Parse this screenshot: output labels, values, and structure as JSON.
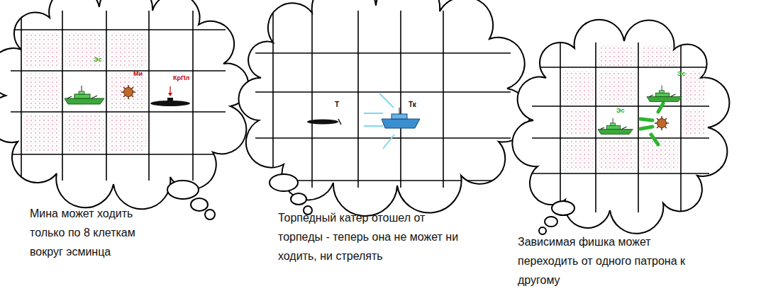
{
  "diagram": {
    "labels": [
      "Эс",
      "Ми",
      "КрПл",
      "Мина может ходить только по 8 клеткам вокруг эсминца",
      "Т",
      "Тк",
      "Торпедный катер отошел от торпеды - теперь она не может ни ходить, ни стрелять",
      "Эс",
      "Эс",
      "Зависимая фишка может переходить от одного патрона к другому"
    ]
  }
}
